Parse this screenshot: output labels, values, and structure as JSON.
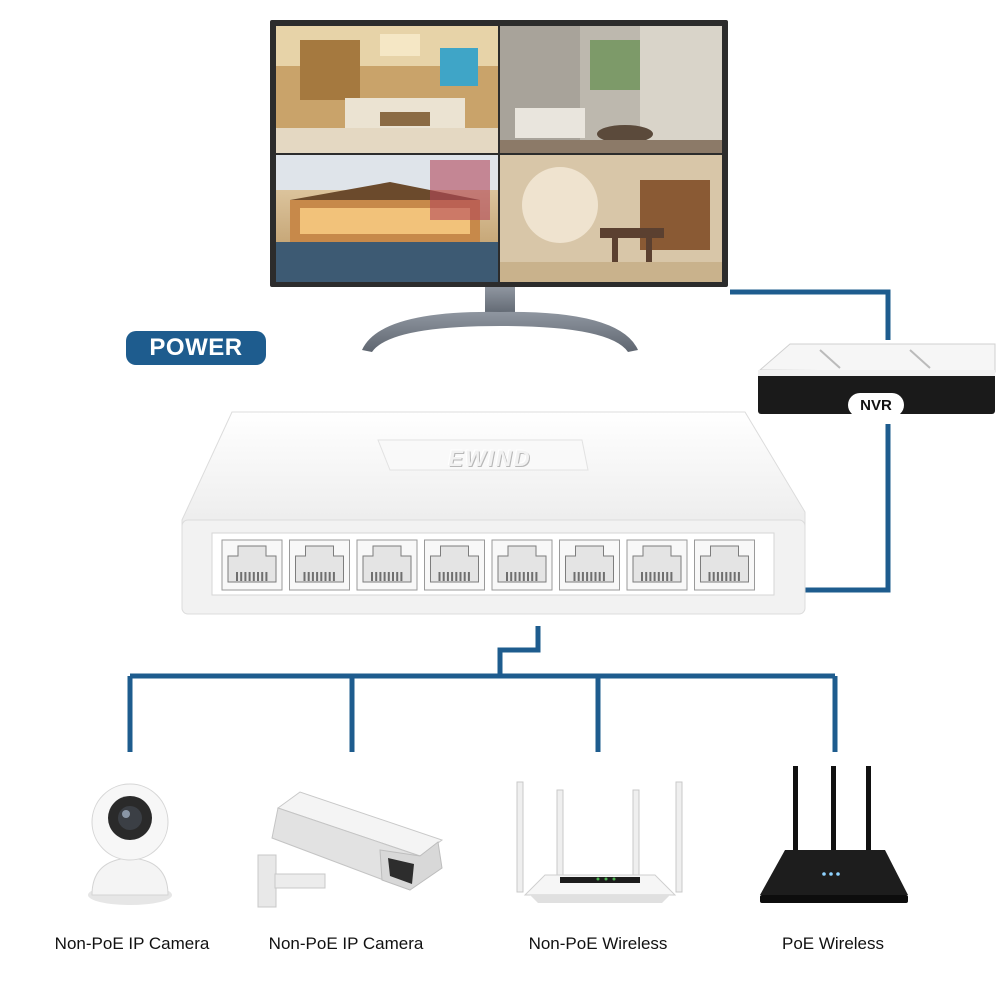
{
  "power_label": "POWER",
  "switch": {
    "brand": "EWIND",
    "port_count": 8
  },
  "nvr": {
    "label": "NVR"
  },
  "monitor": {
    "tiles": [
      "living-room-scene",
      "courtyard-lounge-scene",
      "pool-house-scene",
      "dining-room-scene"
    ]
  },
  "devices": [
    {
      "name": "Non-PoE IP Camera",
      "icon": "dome-camera-icon"
    },
    {
      "name": "Non-PoE IP Camera",
      "icon": "bullet-camera-icon"
    },
    {
      "name": "Non-PoE Wireless",
      "icon": "white-router-icon"
    },
    {
      "name": "PoE Wireless",
      "icon": "black-router-icon"
    }
  ],
  "colors": {
    "link": "#1e5c8e",
    "badge": "#1e5c8e",
    "nvr_body": "#1a1a1a",
    "switch_body": "#f4f4f4"
  }
}
